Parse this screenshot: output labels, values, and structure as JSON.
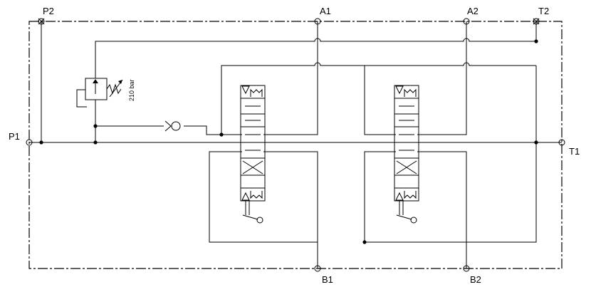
{
  "ports": {
    "p1": "P1",
    "p2": "P2",
    "t1": "T1",
    "t2": "T2",
    "a1": "A1",
    "a2": "A2",
    "b1": "B1",
    "b2": "B2"
  },
  "relief_valve": {
    "setting": "210 bar"
  }
}
